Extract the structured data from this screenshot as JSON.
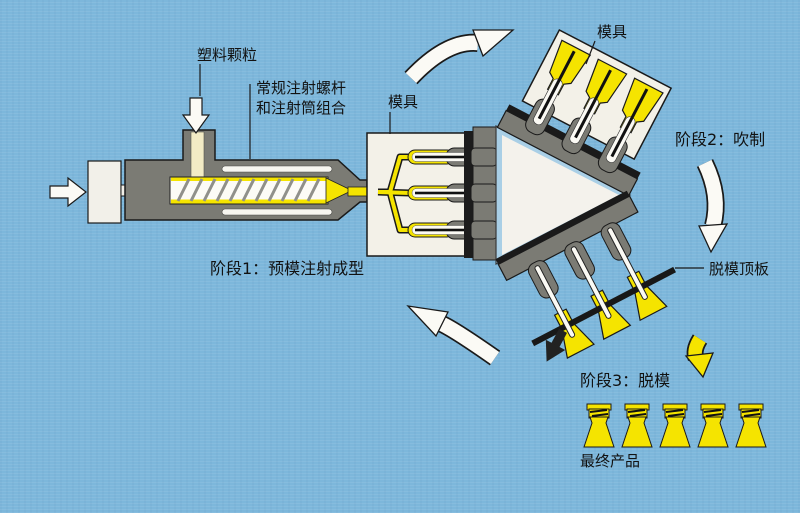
{
  "labels": {
    "plastic_granules": "塑料颗粒",
    "screw_barrel_line1": "常规注射螺杆",
    "screw_barrel_line2": "和注射筒组合",
    "injection_mold": "模具",
    "blow_mold": "模具",
    "stage1": "阶段1：预模注射成型",
    "stage2": "阶段2：吹制",
    "stage3": "阶段3：脱模",
    "ejector_plate": "脱模顶板",
    "final_product": "最终产品"
  },
  "counts": {
    "preform_cavities": 3,
    "blow_mold_cavities": 3,
    "ejection_rods": 3,
    "final_bottles": 5
  },
  "colors": {
    "background_blue": "#7db7db",
    "machine_gray": "#7b7b74",
    "melt_yellow": "#f5e400",
    "mold_cream": "#f3f1e8",
    "outline_black": "#1a1a1a",
    "triangle_edge_blue": "#a9cfe6",
    "white_parts": "#fbfaf5"
  }
}
